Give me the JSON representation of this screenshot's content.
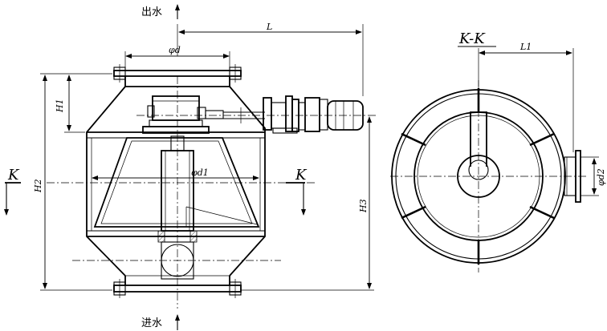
{
  "labels": {
    "outlet": "出水",
    "inlet": "进水",
    "section": "K-K",
    "section_mark_left": "K",
    "section_mark_right": "K"
  },
  "dimensions": {
    "L": "L",
    "d": "φd",
    "d1": "φd1",
    "H1": "H1",
    "H2": "H2",
    "H3": "H3",
    "L1": "L1",
    "d2": "φd2"
  }
}
